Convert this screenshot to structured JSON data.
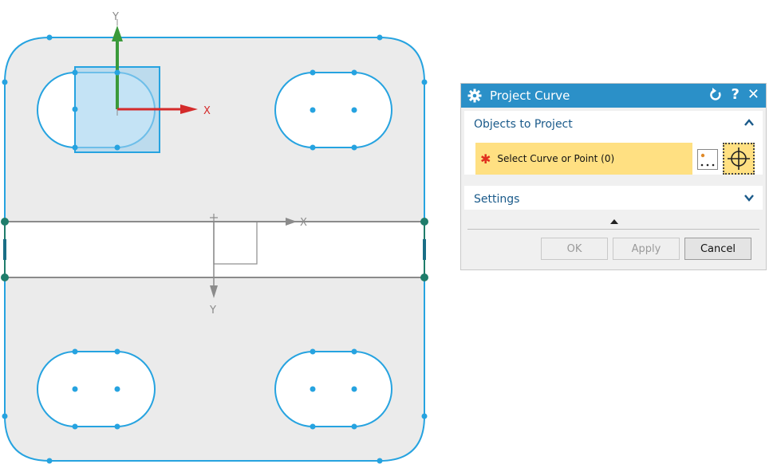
{
  "viewport": {
    "datum1_axes": {
      "x": "X",
      "y": "Y"
    },
    "datum2_axes": {
      "x": "X",
      "y": "Y"
    },
    "colors": {
      "sheet_fill": "#ebebeb",
      "sketch_curve": "#26a3e0",
      "datum_plane": "#9dd1ef",
      "axis_x": "#d42b2b",
      "axis_y": "#3a9a3a",
      "ref_line": "#8b8b8b",
      "node": "#1c8fa8"
    }
  },
  "dialog": {
    "title": "Project Curve",
    "title_icons": [
      "gear-icon",
      "reset-icon",
      "help-icon",
      "close-icon"
    ],
    "help_label": "?",
    "close_label": "✕",
    "objects_group": {
      "header": "Objects to Project",
      "required_marker": "✱",
      "select_label": "Select Curve or Point (0)"
    },
    "settings_group": {
      "header": "Settings"
    },
    "buttons": {
      "ok": "OK",
      "apply": "Apply",
      "cancel": "Cancel"
    },
    "accent": "#2b90c8",
    "highlight": "#ffe082"
  }
}
